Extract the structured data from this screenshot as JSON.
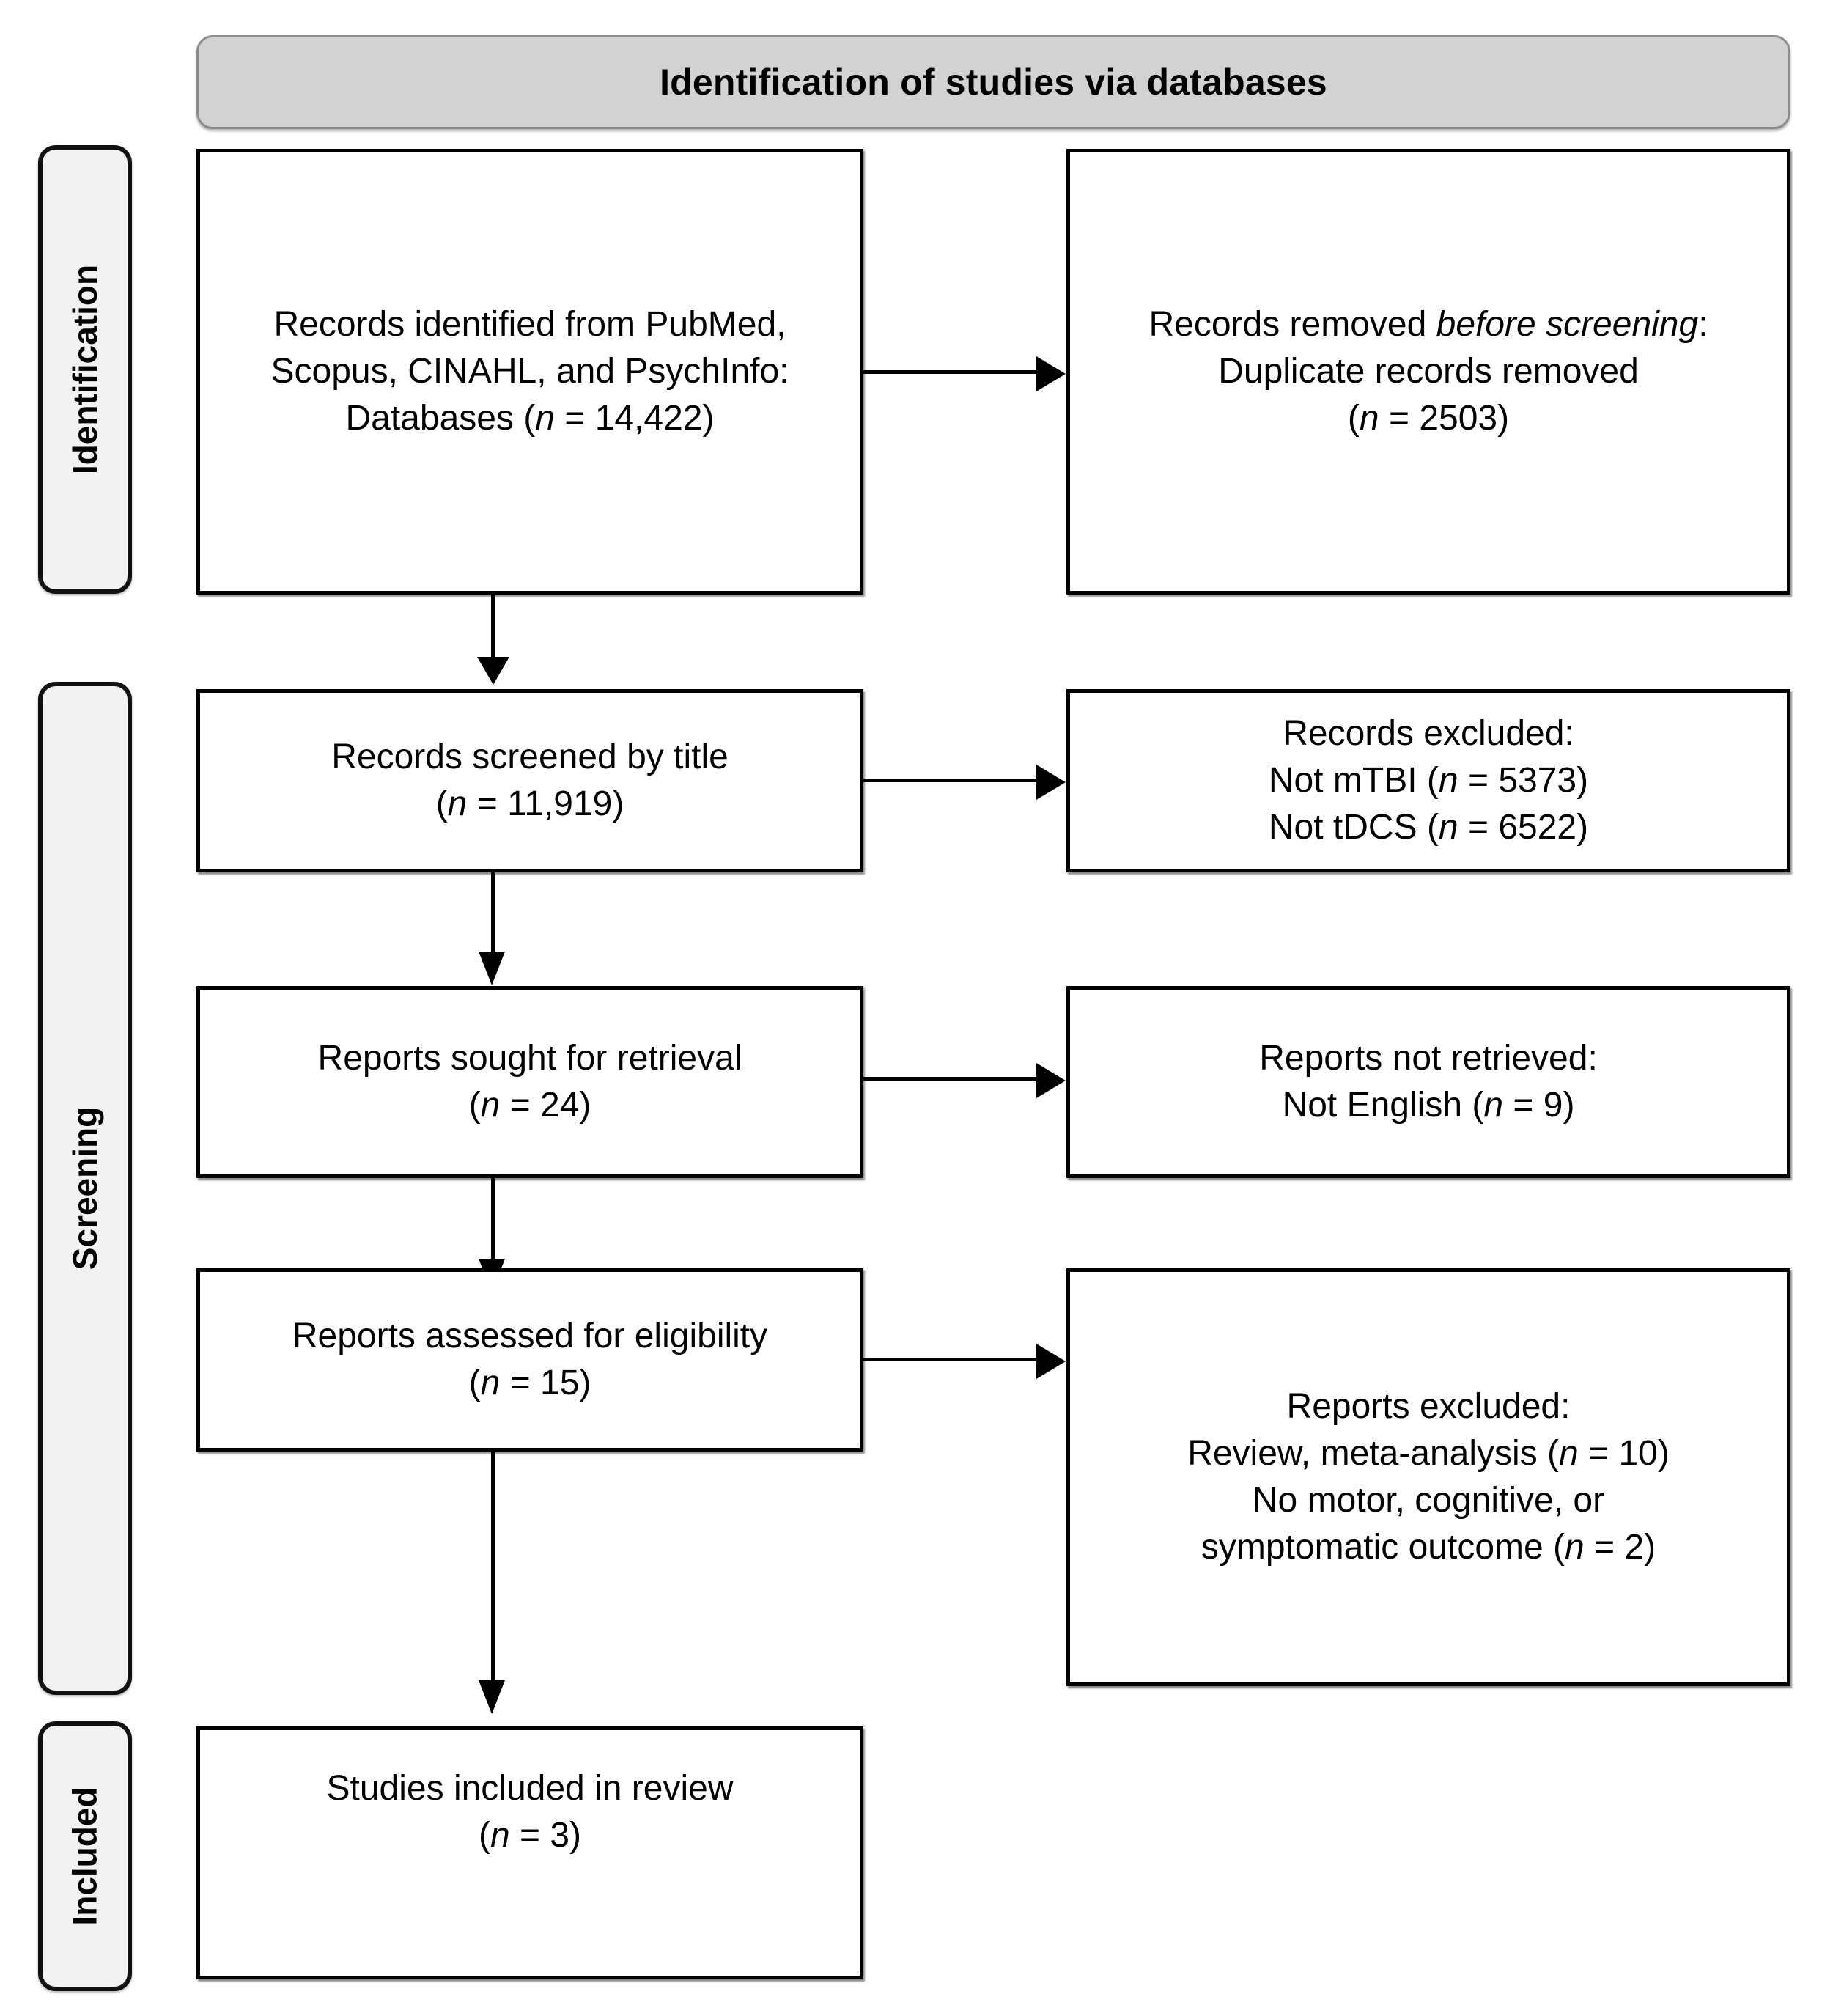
{
  "diagram": {
    "type": "prisma-flow-diagram",
    "banner": {
      "label": "Identification of studies via databases"
    },
    "phases": [
      {
        "id": "identification",
        "label": "Identification"
      },
      {
        "id": "screening",
        "label": "Screening"
      },
      {
        "id": "included",
        "label": "Included"
      }
    ],
    "boxes": {
      "records_identified": {
        "line1": "Records identified from PubMed,",
        "line2": "Scopus, CINAHL, and PsychInfo:",
        "line3_pre": "Databases (",
        "line3_italic": "n",
        "line3_post": " = 14,422)"
      },
      "records_removed": {
        "line1_pre": "Records removed ",
        "line1_italic": "before screening",
        "line1_post": ":",
        "line2": "Duplicate records removed",
        "line3_pre": "(",
        "line3_italic": "n",
        "line3_post": " = 2503)"
      },
      "records_screened": {
        "line1": "Records screened by title",
        "line2_pre": "(",
        "line2_italic": "n",
        "line2_post": " = 11,919)"
      },
      "records_excluded": {
        "line1": "Records excluded:",
        "line2_pre": "Not mTBI (",
        "line2_italic": "n",
        "line2_post": " = 5373)",
        "line3_pre": "Not tDCS (",
        "line3_italic": "n",
        "line3_post": " = 6522)"
      },
      "reports_sought": {
        "line1": "Reports sought for retrieval",
        "line2_pre": "(",
        "line2_italic": "n",
        "line2_post": " = 24)"
      },
      "reports_not_retrieved": {
        "line1": "Reports not retrieved:",
        "line2_pre": "Not English (",
        "line2_italic": "n",
        "line2_post": " = 9)"
      },
      "reports_assessed": {
        "line1": "Reports assessed for eligibility",
        "line2_pre": "(",
        "line2_italic": "n",
        "line2_post": " = 15)"
      },
      "reports_excluded": {
        "line1": "Reports excluded:",
        "line2_pre": "Review, meta-analysis (",
        "line2_italic": "n",
        "line2_post": " = 10)",
        "line3": "No motor, cognitive, or",
        "line4_pre": "symptomatic outcome (",
        "line4_italic": "n",
        "line4_post": " = 2)"
      },
      "studies_included": {
        "line1": "Studies included in review",
        "line2_pre": "(",
        "line2_italic": "n",
        "line2_post": " = 3)"
      }
    },
    "counts": {
      "databases_identified": 14422,
      "duplicates_removed": 2503,
      "records_screened": 11919,
      "not_mtbi_excluded": 5373,
      "not_tdcs_excluded": 6522,
      "reports_sought": 24,
      "not_english_not_retrieved": 9,
      "reports_assessed": 15,
      "review_meta_excluded": 10,
      "no_outcome_excluded": 2,
      "studies_included": 3
    },
    "colors": {
      "banner_fill": "#d2d2d2",
      "banner_border": "#8c8c8c",
      "rail_fill": "#f2f2f2",
      "box_border": "#000000",
      "box_fill": "#ffffff",
      "page_background": "#ffffff"
    }
  }
}
